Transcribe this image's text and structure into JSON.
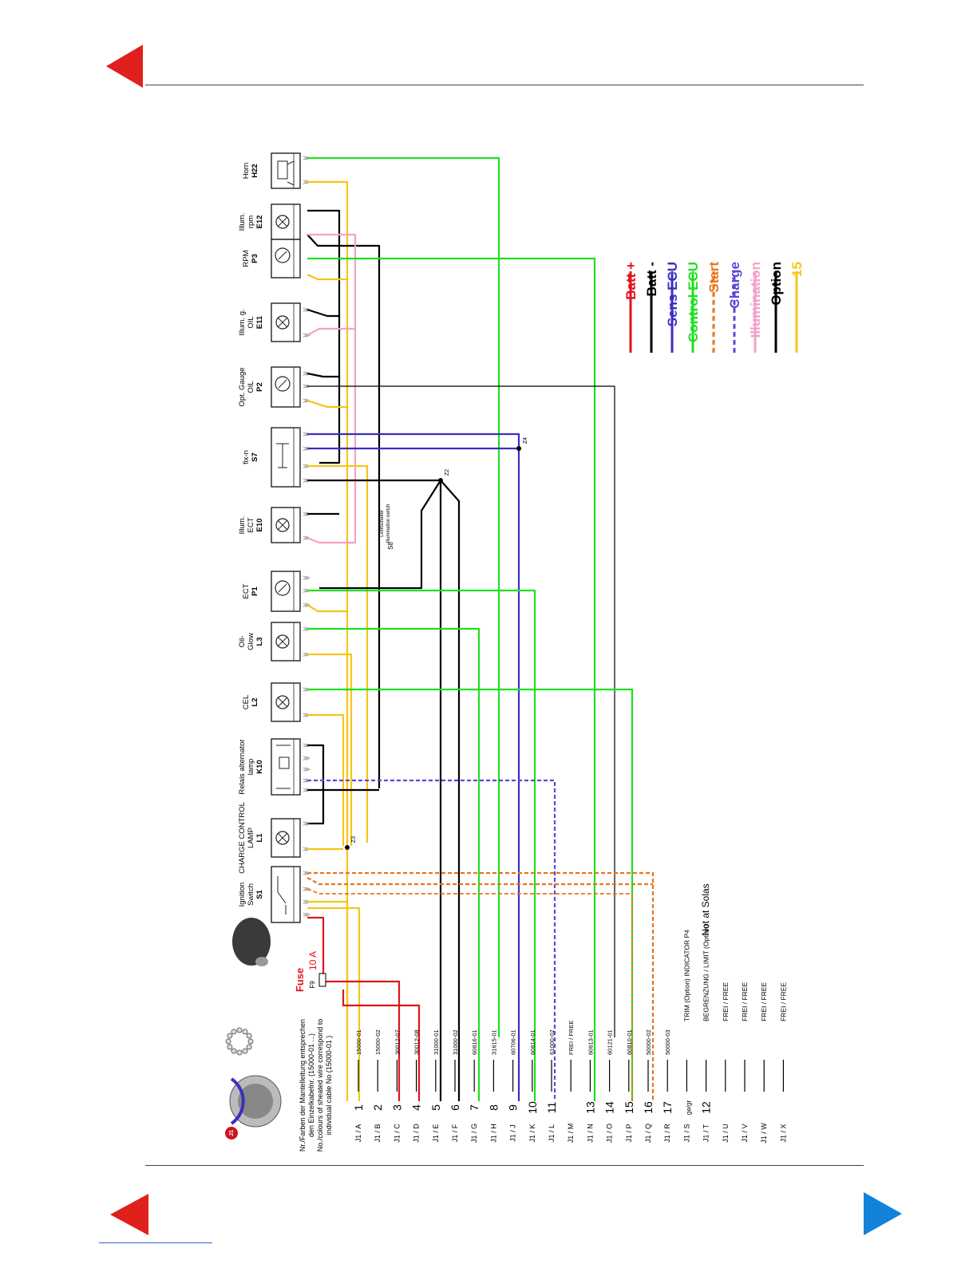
{
  "components": [
    {
      "id": "H22",
      "name": "Horn",
      "ref": "H22"
    },
    {
      "id": "E12",
      "name": "Illum. rpm",
      "ref": "E12"
    },
    {
      "id": "P3",
      "name": "RPM",
      "ref": "P3"
    },
    {
      "id": "E11",
      "name": "Illum. g. OIL",
      "ref": "E11"
    },
    {
      "id": "P2",
      "name": "Opt. Gauge OIL",
      "ref": "P2"
    },
    {
      "id": "S7",
      "name": "fix-n",
      "ref": "S7"
    },
    {
      "id": "E10",
      "name": "Illum. ECT",
      "ref": "E10"
    },
    {
      "id": "P1",
      "name": "ECT",
      "ref": "P1"
    },
    {
      "id": "L3",
      "name": "Oil- Glow",
      "ref": "L3"
    },
    {
      "id": "L2",
      "name": "CEL",
      "ref": "L2"
    },
    {
      "id": "K10",
      "name": "Relais alternator lamp",
      "ref": "K10"
    },
    {
      "id": "L1",
      "name": "CHARGE CONTROL LAMP",
      "ref": "L1"
    },
    {
      "id": "S1",
      "name": "Ignition Switch",
      "ref": "S1"
    }
  ],
  "legend": [
    {
      "label": "Batt +",
      "color": "#e0141c",
      "dashed": false
    },
    {
      "label": "Batt -",
      "color": "#000000",
      "dashed": false
    },
    {
      "label": "Sens ECU",
      "color": "#3b2fbf",
      "dashed": false
    },
    {
      "label": "Control ECU",
      "color": "#1fe01f",
      "dashed": false
    },
    {
      "label": "Start",
      "color": "#e8741c",
      "dashed": true
    },
    {
      "label": "Charge",
      "color": "#5a4bd6",
      "dashed": true
    },
    {
      "label": "Illumination",
      "color": "#f2a3c7",
      "dashed": false
    },
    {
      "label": "Option",
      "color": "#000000",
      "dashed": false
    },
    {
      "label": "15",
      "color": "#f5c518",
      "dashed": false
    }
  ],
  "fuse": {
    "title": "Fuse",
    "ref": "F9",
    "rating": "10 A"
  },
  "connector_note": [
    "Nr./Farben der Mantelleitung entsprechen",
    "den Einzelkabelnr. (15000-01 ...)",
    "No./colours of sheated wire correspond to",
    "individual cable No   (15000-01   )"
  ],
  "connector_badge": "J1",
  "switch_label": "S8",
  "switch_note": [
    "Lichtschalter",
    "Illumination switch"
  ],
  "nodes": [
    "Z2",
    "Z3",
    "Z4"
  ],
  "pins": [
    {
      "pin": "J1 / A",
      "num": "1",
      "cable": "15000-01"
    },
    {
      "pin": "J1 / B",
      "num": "2",
      "cable": "15000-02"
    },
    {
      "pin": "J1 / C",
      "num": "3",
      "cable": "30012-07"
    },
    {
      "pin": "J1 / D",
      "num": "4",
      "cable": "30012-08"
    },
    {
      "pin": "J1 / E",
      "num": "5",
      "cable": "31000-01"
    },
    {
      "pin": "J1 / F",
      "num": "6",
      "cable": "31000-02"
    },
    {
      "pin": "J1 / G",
      "num": "7",
      "cable": "60616-01"
    },
    {
      "pin": "J1 / H",
      "num": "8",
      "cable": "31615-01"
    },
    {
      "pin": "J1 / J",
      "num": "9",
      "cable": "60706-01"
    },
    {
      "pin": "J1 / K",
      "num": "10",
      "cable": "60614-01"
    },
    {
      "pin": "J1 / L",
      "num": "11",
      "cable": "61000-02"
    },
    {
      "pin": "J1 / M",
      "num": "",
      "cable": "FREI / FREE"
    },
    {
      "pin": "J1 / N",
      "num": "13",
      "cable": "60613-01"
    },
    {
      "pin": "J1 / O",
      "num": "14",
      "cable": "60121-01"
    },
    {
      "pin": "J1 / P",
      "num": "15",
      "cable": "60810-01"
    },
    {
      "pin": "J1 / Q",
      "num": "16",
      "cable": "50000-02"
    },
    {
      "pin": "J1 / R",
      "num": "17",
      "cable": "50000-03"
    },
    {
      "pin": "J1 / S",
      "num": "ge/gr",
      "cable": "TRIM (Option) INDICATOR P4"
    },
    {
      "pin": "J1 / T",
      "num": "12",
      "cable": "BEGRENZUNG / LIMIT (Option)"
    },
    {
      "pin": "J1 / U",
      "num": "",
      "cable": "FREI / FREE"
    },
    {
      "pin": "J1 / V",
      "num": "",
      "cable": "FREI / FREE"
    },
    {
      "pin": "J1 / W",
      "num": "",
      "cable": "FREI / FREE"
    },
    {
      "pin": "J1 / X",
      "num": "",
      "cable": "FREI / FREE"
    }
  ],
  "not_at_solas": "Not at Solas"
}
